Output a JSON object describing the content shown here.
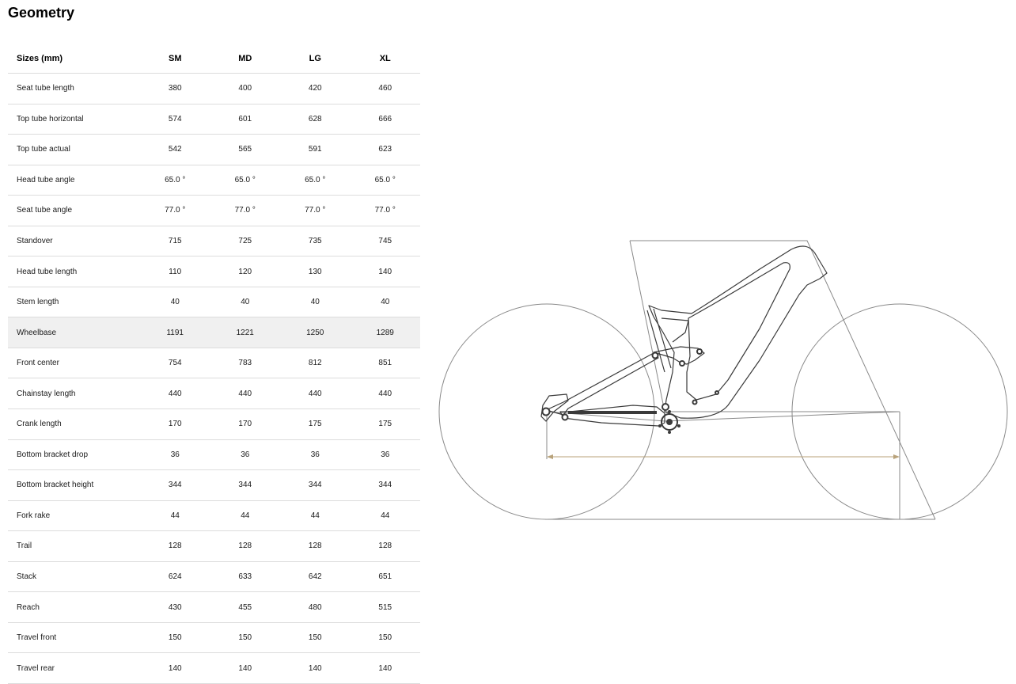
{
  "page_title": "Geometry",
  "table": {
    "header": [
      "Sizes (mm)",
      "SM",
      "MD",
      "LG",
      "XL"
    ],
    "rows": [
      {
        "label": "Seat tube length",
        "values": [
          "380",
          "400",
          "420",
          "460"
        ]
      },
      {
        "label": "Top tube horizontal",
        "values": [
          "574",
          "601",
          "628",
          "666"
        ]
      },
      {
        "label": "Top tube actual",
        "values": [
          "542",
          "565",
          "591",
          "623"
        ]
      },
      {
        "label": "Head tube angle",
        "values": [
          "65.0 °",
          "65.0 °",
          "65.0 °",
          "65.0 °"
        ]
      },
      {
        "label": "Seat tube angle",
        "values": [
          "77.0 °",
          "77.0 °",
          "77.0 °",
          "77.0 °"
        ]
      },
      {
        "label": "Standover",
        "values": [
          "715",
          "725",
          "735",
          "745"
        ]
      },
      {
        "label": "Head tube length",
        "values": [
          "110",
          "120",
          "130",
          "140"
        ]
      },
      {
        "label": "Stem length",
        "values": [
          "40",
          "40",
          "40",
          "40"
        ]
      },
      {
        "label": "Wheelbase",
        "values": [
          "1191",
          "1221",
          "1250",
          "1289"
        ],
        "highlighted": true
      },
      {
        "label": "Front center",
        "values": [
          "754",
          "783",
          "812",
          "851"
        ]
      },
      {
        "label": "Chainstay length",
        "values": [
          "440",
          "440",
          "440",
          "440"
        ]
      },
      {
        "label": "Crank length",
        "values": [
          "170",
          "170",
          "175",
          "175"
        ]
      },
      {
        "label": "Bottom bracket drop",
        "values": [
          "36",
          "36",
          "36",
          "36"
        ]
      },
      {
        "label": "Bottom bracket height",
        "values": [
          "344",
          "344",
          "344",
          "344"
        ]
      },
      {
        "label": "Fork rake",
        "values": [
          "44",
          "44",
          "44",
          "44"
        ]
      },
      {
        "label": "Trail",
        "values": [
          "128",
          "128",
          "128",
          "128"
        ]
      },
      {
        "label": "Stack",
        "values": [
          "624",
          "633",
          "642",
          "651"
        ]
      },
      {
        "label": "Reach",
        "values": [
          "430",
          "455",
          "480",
          "515"
        ]
      },
      {
        "label": "Travel front",
        "values": [
          "150",
          "150",
          "150",
          "150"
        ]
      },
      {
        "label": "Travel rear",
        "values": [
          "140",
          "140",
          "140",
          "140"
        ]
      }
    ]
  },
  "diagram": {
    "line_color": "#8a8a8a",
    "frame_color": "#3a3a3a",
    "highlight_measure_color": "#b8a27a",
    "highlighted_measure": "Wheelbase"
  }
}
